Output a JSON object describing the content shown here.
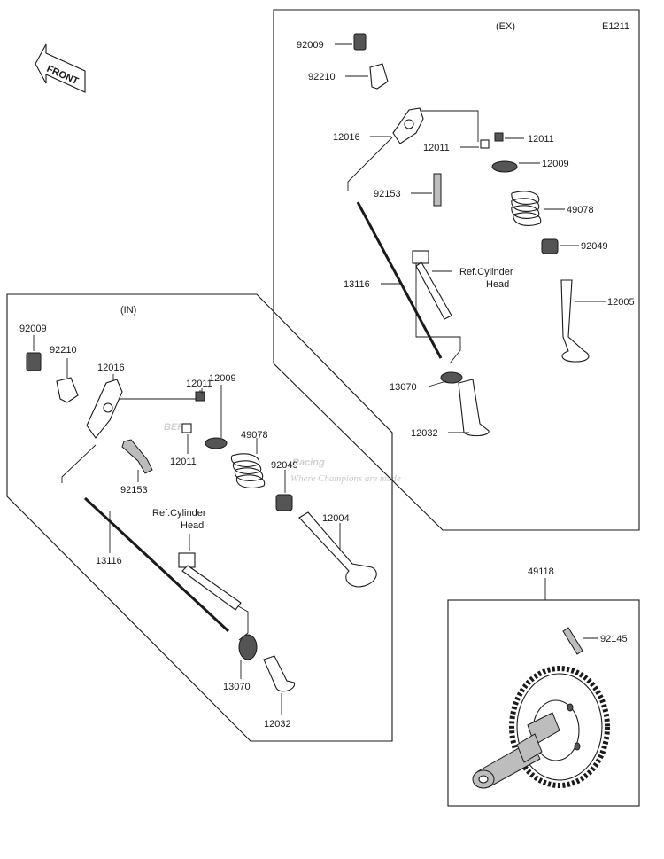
{
  "header": {
    "code": "E1211"
  },
  "front_badge": {
    "label": "FRONT"
  },
  "watermark": {
    "brand": "BERG",
    "sub": "Racing",
    "tagline": "Where Champions are made"
  },
  "panels": {
    "ex": {
      "label": "(EX)",
      "parts": {
        "p92009": "92009",
        "p92210": "92210",
        "p12016": "12016",
        "p12011a": "12011",
        "p12011b": "12011",
        "p12009": "12009",
        "p92153": "92153",
        "p49078": "49078",
        "p92049": "92049",
        "p13116": "13116",
        "p12005": "12005",
        "p13070": "13070",
        "p12032": "12032"
      },
      "ref": {
        "line1": "Ref.Cylinder",
        "line2": "Head"
      }
    },
    "in": {
      "label": "(IN)",
      "parts": {
        "p92009": "92009",
        "p92210": "92210",
        "p12016": "12016",
        "p12011a": "12011",
        "p12011b": "12011",
        "p12009": "12009",
        "p49078": "49078",
        "p92049": "92049",
        "p92153": "92153",
        "p12004": "12004",
        "p13116": "13116",
        "p13070": "13070",
        "p12032": "12032"
      },
      "ref": {
        "line1": "Ref.Cylinder",
        "line2": "Head"
      }
    },
    "cam": {
      "parts": {
        "p49118": "49118",
        "p92145": "92145"
      }
    }
  }
}
